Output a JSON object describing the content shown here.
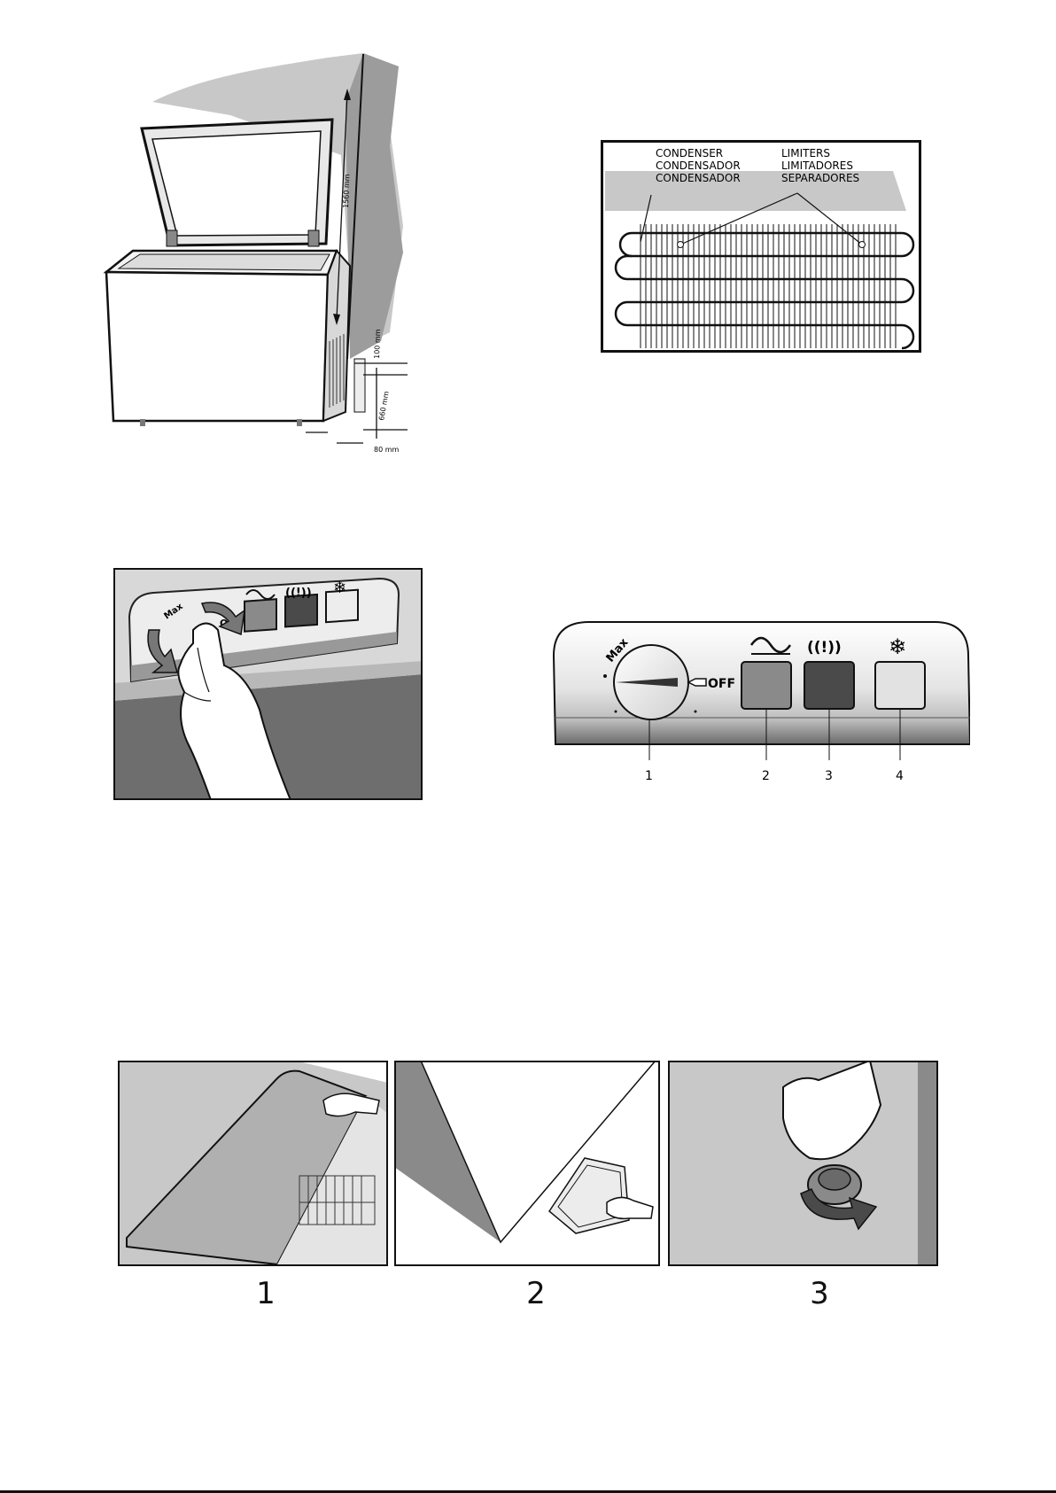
{
  "installation": {
    "dim_height": "1560 mm",
    "dim_top": "100 mm",
    "dim_mid": "660 mm",
    "dim_bottom": "80 mm"
  },
  "condenser": {
    "left_labels": [
      "CONDENSER",
      "CONDENSADOR",
      "CONDENSADOR"
    ],
    "right_labels": [
      "LIMITERS",
      "LIMITADORES",
      "SEPARADORES"
    ]
  },
  "control_photo": {
    "dial_text": "Max",
    "off_text": "OFF"
  },
  "control_panel": {
    "dial_text": "Max",
    "off_text": "OFF",
    "warning_symbol": "((!))",
    "callouts": [
      "1",
      "2",
      "3",
      "4"
    ]
  },
  "steps": {
    "labels": [
      "1",
      "2",
      "3"
    ]
  },
  "colors": {
    "light_gray": "#d0d0d0",
    "mid_gray": "#8a8a8a",
    "dark_gray": "#4a4a4a",
    "outline": "#111111"
  }
}
